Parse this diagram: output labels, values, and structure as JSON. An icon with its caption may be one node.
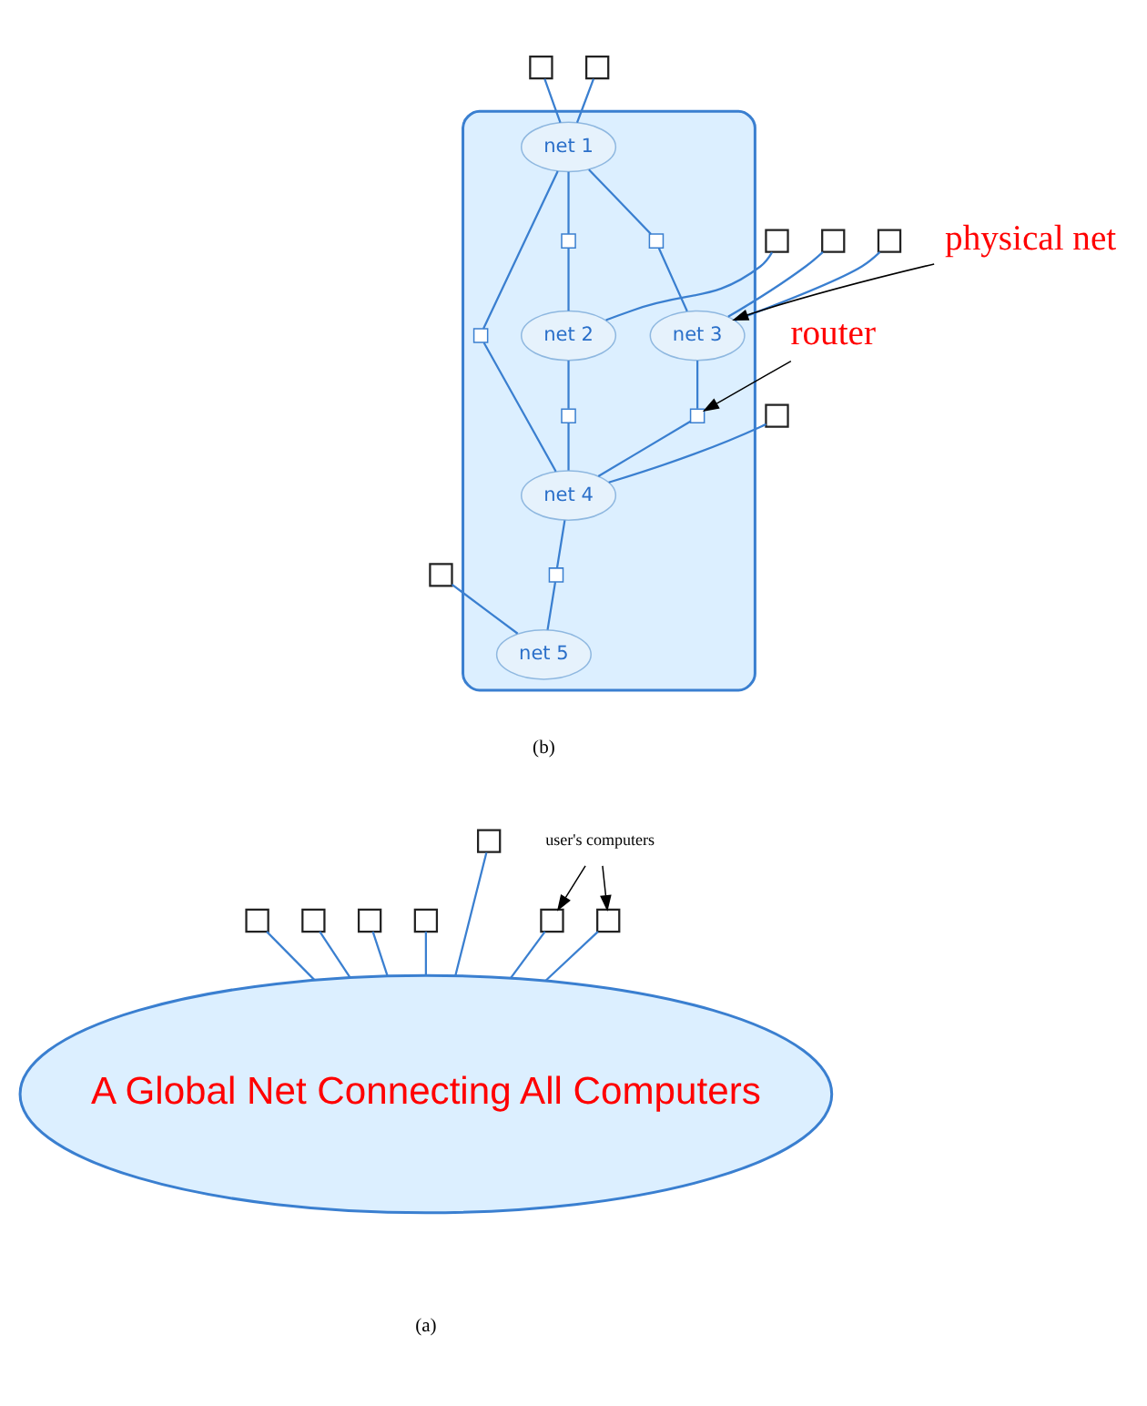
{
  "diagram": {
    "nodes": [
      {
        "text": [],
        "shape": "cloud"
      },
      {
        "text": [
          "net 1"
        ],
        "in": 0
      },
      {
        "text": [
          "net 2"
        ],
        "in": 0
      },
      {
        "text": [
          "net 3"
        ],
        "in": 0
      },
      {
        "text": [
          "net 4"
        ],
        "in": 0
      },
      {
        "text": [
          "net 5"
        ],
        "in": 0
      },
      {
        "text": [],
        "shape": "box",
        "in": 0
      },
      {
        "text": [],
        "shape": "box",
        "in": 0
      },
      {
        "text": [],
        "shape": "box",
        "in": 0
      },
      {
        "text": [],
        "shape": "box",
        "in": 0
      },
      {
        "text": [],
        "shape": "box",
        "in": 0
      },
      {
        "text": [],
        "shape": "box",
        "in": 0
      },
      {
        "text": [],
        "shape": "box"
      },
      {
        "text": [],
        "shape": "box"
      },
      {
        "text": [],
        "shape": "box"
      },
      {
        "text": [],
        "shape": "box"
      },
      {
        "text": [],
        "shape": "box"
      },
      {
        "text": [],
        "shape": "box"
      },
      {
        "text": [],
        "shape": "box"
      },
      {
        "text": [
          "router"
        ]
      },
      {
        "text": [
          "physical net"
        ]
      },
      {
        "text": [
          "A Global Net Connecting All Computers"
        ]
      },
      {
        "text": [],
        "shape": "box"
      },
      {
        "text": [],
        "shape": "box"
      },
      {
        "text": [],
        "shape": "box"
      },
      {
        "text": [],
        "shape": "box"
      },
      {
        "text": [],
        "shape": "box"
      },
      {
        "text": [],
        "shape": "box"
      },
      {
        "text": [],
        "shape": "box"
      },
      {
        "text": [
          "user's computers"
        ]
      }
    ],
    "edges": [
      {
        "from": 1,
        "to": 6,
        "arrow": "none"
      },
      {
        "from": 6,
        "to": 2,
        "arrow": "none"
      },
      {
        "from": 1,
        "to": 7,
        "arrow": "none"
      },
      {
        "from": 7,
        "to": 3,
        "arrow": "none"
      },
      {
        "from": 1,
        "to": 8,
        "arrow": "none"
      },
      {
        "from": 8,
        "to": 4,
        "arrow": "none"
      },
      {
        "from": 2,
        "to": 9,
        "arrow": "none"
      },
      {
        "from": 9,
        "to": 4,
        "arrow": "none"
      },
      {
        "from": 3,
        "to": 10,
        "arrow": "none"
      },
      {
        "from": 10,
        "to": 4,
        "arrow": "none"
      },
      {
        "from": 4,
        "to": 11,
        "arrow": "none"
      },
      {
        "from": 11,
        "to": 5,
        "arrow": "none"
      },
      {
        "from": 12,
        "to": 1,
        "arrow": "none"
      },
      {
        "from": 13,
        "to": 1,
        "arrow": "none"
      },
      {
        "from": 14,
        "to": 2,
        "arrow": "none"
      },
      {
        "from": 15,
        "to": 3,
        "arrow": "none"
      },
      {
        "from": 16,
        "to": 4,
        "arrow": "none"
      },
      {
        "from": 17,
        "to": 3,
        "arrow": "none"
      },
      {
        "from": 18,
        "to": 5,
        "arrow": "none"
      },
      {
        "from": 19,
        "to": 10,
        "arrow": "to",
        "color": "#000000"
      },
      {
        "from": 20,
        "to": 3,
        "arrow": "to",
        "color": "#000000"
      },
      {
        "from": 22,
        "to": 21,
        "arrow": "none"
      },
      {
        "from": 23,
        "to": 21,
        "arrow": "none"
      },
      {
        "from": 24,
        "to": 21,
        "arrow": "none"
      },
      {
        "from": 25,
        "to": 21,
        "arrow": "none"
      },
      {
        "from": 26,
        "to": 21,
        "arrow": "none"
      },
      {
        "from": 27,
        "to": 21,
        "arrow": "none"
      },
      {
        "from": 28,
        "to": 21,
        "arrow": "none"
      },
      {
        "from": 29,
        "to": 26,
        "arrow": "to",
        "color": "#000000"
      },
      {
        "from": 29,
        "to": 28,
        "arrow": "to",
        "color": "#000000"
      }
    ],
    "labels": [
      "(b)",
      "(a)"
    ]
  }
}
